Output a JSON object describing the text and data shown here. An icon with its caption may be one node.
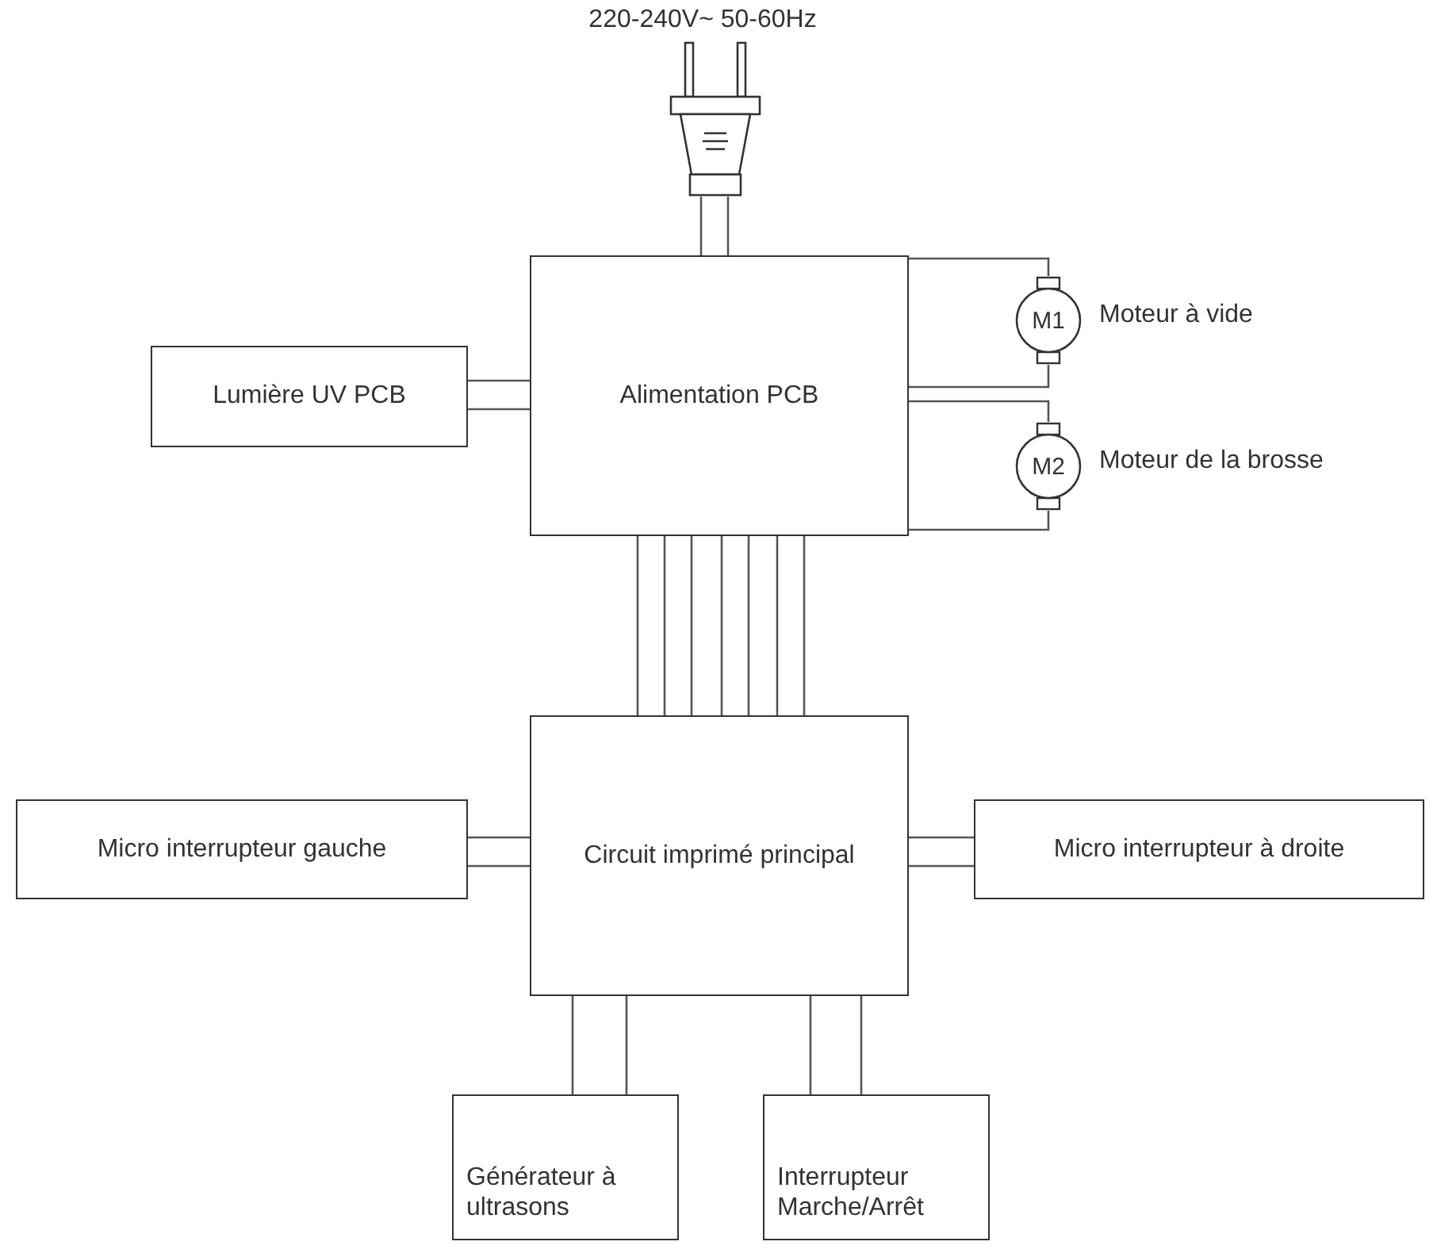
{
  "diagram": {
    "nodes": [
      {
        "text": [],
        "shape": "plug",
        "beside": [
          "220-240V~ 50-60Hz"
        ]
      },
      {
        "text": [
          "Alimentation PCB"
        ]
      },
      {
        "text": [
          "Lumière UV PCB"
        ]
      },
      {
        "text": [
          "M1"
        ],
        "beside": [
          "Moteur à vide"
        ]
      },
      {
        "text": [
          "M2"
        ],
        "beside": [
          "Moteur de la brosse"
        ]
      },
      {
        "text": [
          "Circuit imprimé principal"
        ]
      },
      {
        "text": [
          "Micro interrupteur gauche"
        ]
      },
      {
        "text": [
          "Micro interrupteur à droite"
        ]
      },
      {
        "text": [
          "Générateur à ultrasons"
        ]
      },
      {
        "text": [
          "Interrupteur Marche/Arrêt"
        ]
      }
    ],
    "edges": [
      {
        "from": 0,
        "to": 1,
        "arrow": "none"
      },
      {
        "from": 0,
        "to": 1,
        "arrow": "none"
      },
      {
        "from": 1,
        "to": 2,
        "arrow": "none"
      },
      {
        "from": 1,
        "to": 2,
        "arrow": "none"
      },
      {
        "from": 1,
        "to": 3,
        "arrow": "none"
      },
      {
        "from": 1,
        "to": 3,
        "arrow": "none"
      },
      {
        "from": 1,
        "to": 4,
        "arrow": "none"
      },
      {
        "from": 1,
        "to": 4,
        "arrow": "none"
      },
      {
        "from": 1,
        "to": 5,
        "arrow": "none"
      },
      {
        "from": 1,
        "to": 5,
        "arrow": "none"
      },
      {
        "from": 1,
        "to": 5,
        "arrow": "none"
      },
      {
        "from": 1,
        "to": 5,
        "arrow": "none"
      },
      {
        "from": 1,
        "to": 5,
        "arrow": "none"
      },
      {
        "from": 1,
        "to": 5,
        "arrow": "none"
      },
      {
        "from": 1,
        "to": 5,
        "arrow": "none"
      },
      {
        "from": 5,
        "to": 6,
        "arrow": "none"
      },
      {
        "from": 5,
        "to": 6,
        "arrow": "none"
      },
      {
        "from": 5,
        "to": 7,
        "arrow": "none"
      },
      {
        "from": 5,
        "to": 7,
        "arrow": "none"
      },
      {
        "from": 5,
        "to": 8,
        "arrow": "none"
      },
      {
        "from": 5,
        "to": 8,
        "arrow": "none"
      },
      {
        "from": 5,
        "to": 9,
        "arrow": "none"
      },
      {
        "from": 5,
        "to": 9,
        "arrow": "none"
      }
    ]
  }
}
